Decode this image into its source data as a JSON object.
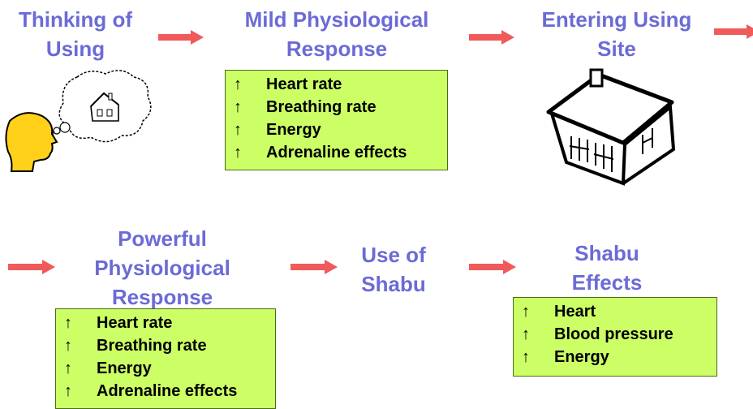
{
  "colors": {
    "title": "#6b6bd6",
    "box_fill": "#ccff66",
    "box_border": "#4d6b1a",
    "arrow": "#f05a5a",
    "head": "#ffd11a"
  },
  "steps": {
    "thinking": {
      "line1": "Thinking of",
      "line2": "Using"
    },
    "mild": {
      "line1": "Mild Physiological",
      "line2": "Response",
      "items": [
        {
          "arrow": "↑",
          "text": "Heart rate"
        },
        {
          "arrow": "↑",
          "text": "Breathing rate"
        },
        {
          "arrow": "↑",
          "text": "Energy"
        },
        {
          "arrow": "↑",
          "text": "Adrenaline effects"
        }
      ]
    },
    "entering": {
      "line1": "Entering Using",
      "line2": "Site"
    },
    "powerful": {
      "line1": "Powerful",
      "line2": "Physiological",
      "line3": "Response",
      "items": [
        {
          "arrow": "↑",
          "text": "Heart rate"
        },
        {
          "arrow": "↑",
          "text": "Breathing rate"
        },
        {
          "arrow": "↑",
          "text": "Energy"
        },
        {
          "arrow": "↑",
          "text": "Adrenaline effects"
        }
      ]
    },
    "use": {
      "line1": "Use of",
      "line2": "Shabu"
    },
    "effects": {
      "line1": "Shabu",
      "line2": "Effects",
      "items": [
        {
          "arrow": "↑",
          "text": "Heart"
        },
        {
          "arrow": "↑",
          "text": "Blood pressure"
        },
        {
          "arrow": "↑",
          "text": "Energy"
        }
      ]
    }
  },
  "icons": {
    "thinking": "head-with-thought-bubble-house-icon",
    "entering": "house-icon",
    "arrow": "right-arrow-icon"
  }
}
